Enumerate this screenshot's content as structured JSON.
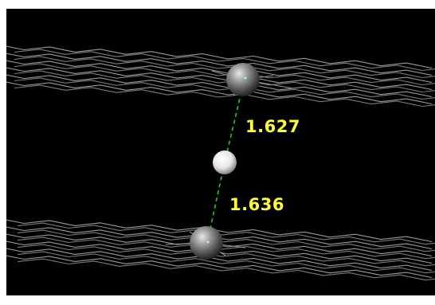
{
  "scene": {
    "background_color": "#000000",
    "bond_color": "#9a9a9a",
    "measurement_line_color": "#22cc22",
    "label_color": "#ffff33",
    "atoms": {
      "upper": {
        "element_shading": "gray"
      },
      "middle": {
        "element_shading": "white"
      },
      "lower": {
        "element_shading": "gray"
      }
    },
    "distances": {
      "upper": {
        "value": "1.627"
      },
      "lower": {
        "value": "1.636"
      }
    }
  }
}
